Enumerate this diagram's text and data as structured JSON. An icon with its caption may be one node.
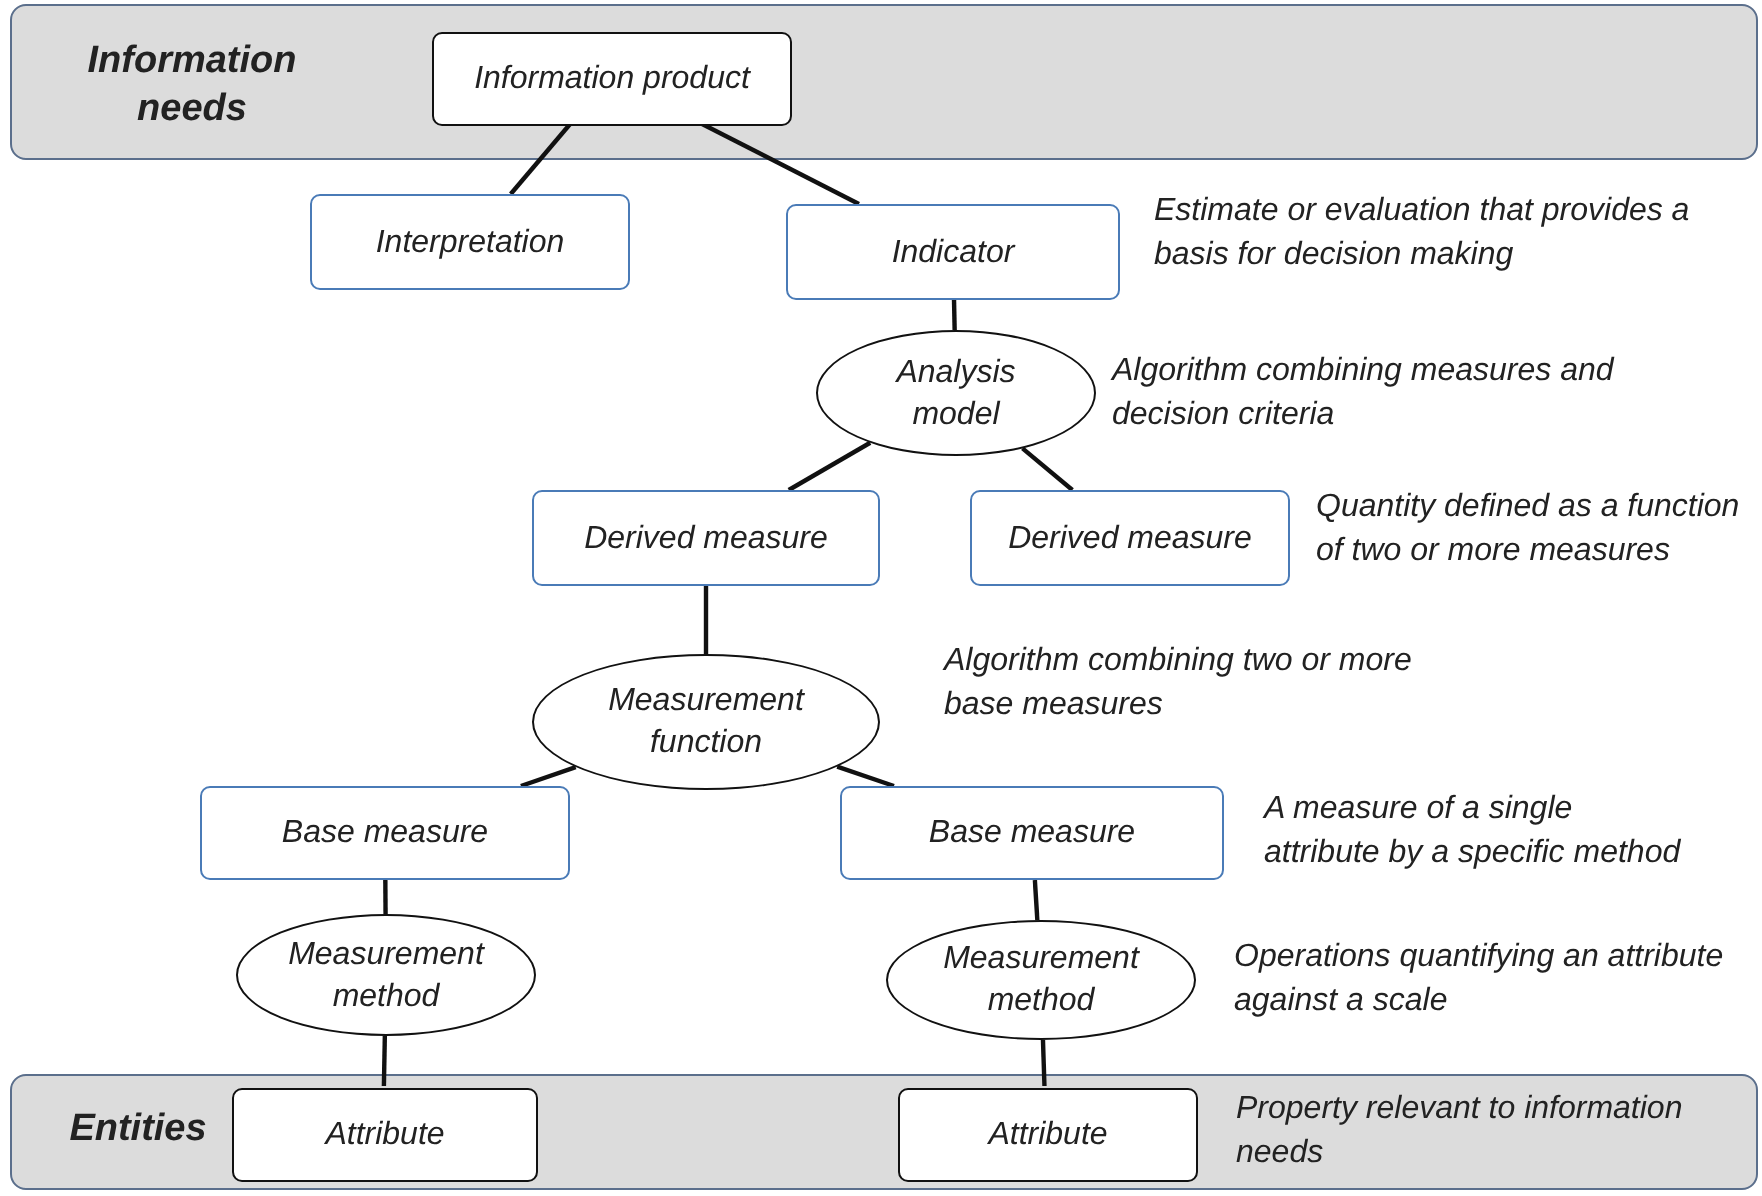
{
  "diagram": {
    "nodes": [
      {
        "text": [
          "Information needs"
        ]
      },
      {
        "text": [
          "Information product"
        ],
        "in": 0
      },
      {
        "text": [
          "Interpretation"
        ]
      },
      {
        "text": [
          "Indicator"
        ],
        "beside": [
          "Estimate or evaluation that provides a basis for decision making"
        ]
      },
      {
        "text": [
          "Analysis model"
        ],
        "beside": [
          "Algorithm combining measures and decision criteria"
        ]
      },
      {
        "text": [
          "Derived measure"
        ]
      },
      {
        "text": [
          "Derived measure"
        ],
        "beside": [
          "Quantity defined as a function of two or more measures"
        ]
      },
      {
        "text": [
          "Measurement function"
        ],
        "beside": [
          "Algorithm combining two or more base measures"
        ]
      },
      {
        "text": [
          "Base measure"
        ]
      },
      {
        "text": [
          "Base measure"
        ],
        "beside": [
          "A measure of a single attribute by a specific method"
        ]
      },
      {
        "text": [
          "Measurement method"
        ]
      },
      {
        "text": [
          "Measurement method"
        ],
        "beside": [
          "Operations quantifying an attribute against a scale"
        ]
      },
      {
        "text": [
          "Entities"
        ]
      },
      {
        "text": [
          "Attribute"
        ],
        "in": 12
      },
      {
        "text": [
          "Attribute"
        ],
        "in": 12,
        "beside": [
          "Property relevant to information needs"
        ]
      }
    ],
    "edges": [
      {
        "from": 1,
        "to": 2,
        "arrow": "none"
      },
      {
        "from": 1,
        "to": 3,
        "arrow": "none"
      },
      {
        "from": 3,
        "to": 4,
        "arrow": "none"
      },
      {
        "from": 4,
        "to": 5,
        "arrow": "none"
      },
      {
        "from": 4,
        "to": 6,
        "arrow": "none"
      },
      {
        "from": 5,
        "to": 7,
        "arrow": "none"
      },
      {
        "from": 7,
        "to": 8,
        "arrow": "none"
      },
      {
        "from": 7,
        "to": 9,
        "arrow": "none"
      },
      {
        "from": 8,
        "to": 10,
        "arrow": "none"
      },
      {
        "from": 9,
        "to": 11,
        "arrow": "none"
      },
      {
        "from": 10,
        "to": 13,
        "arrow": "none"
      },
      {
        "from": 11,
        "to": 14,
        "arrow": "none"
      }
    ]
  }
}
